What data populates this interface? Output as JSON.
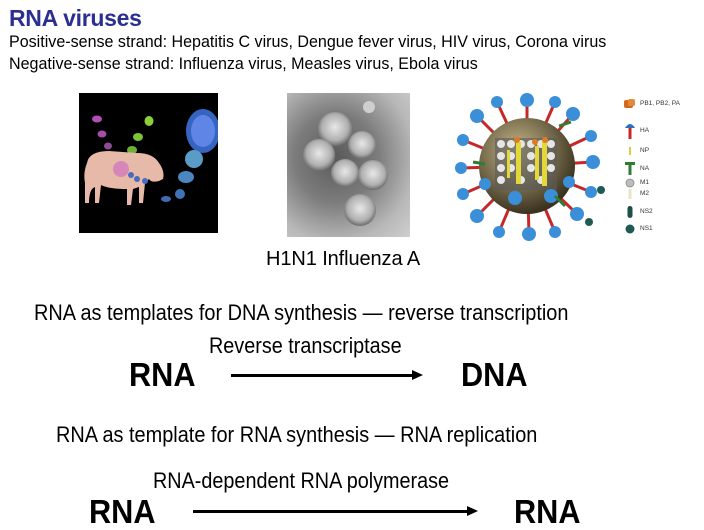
{
  "slide": {
    "title": "RNA viruses",
    "title_color": "#2b2f8f",
    "positive_sense_line": "Positive-sense strand: Hepatitis C virus, Dengue fever virus, HIV virus, Corona virus",
    "negative_sense_line": "Negative-sense strand: Influenza virus, Measles virus, Ebola virus"
  },
  "images": {
    "pig_illustration": "swine-influenza-illustration",
    "electron_micrograph": "h1n1-electron-micrograph",
    "virion_diagram": "influenza-virion-3d-diagram",
    "caption": "H1N1 Influenza A"
  },
  "legend": {
    "items": [
      {
        "label": "PB1, PB2, PA",
        "color": "#d2691e"
      },
      {
        "label": "HA",
        "color": "#2f6fbf"
      },
      {
        "label": "NP",
        "color": "#d8cf3a"
      },
      {
        "label": "NA",
        "color": "#2e7d32"
      },
      {
        "label": "M1",
        "color": "#bdbdbd"
      },
      {
        "label": "M2",
        "color": "#e8e4c8"
      },
      {
        "label": "NS2",
        "color": "#1f4f4a"
      },
      {
        "label": "NS1",
        "color": "#1f5a55"
      }
    ]
  },
  "reverse_transcription": {
    "heading": "RNA as templates for DNA synthesis — reverse transcription",
    "enzyme": "Reverse transcriptase",
    "from": "RNA",
    "to": "DNA"
  },
  "rna_replication": {
    "heading": "RNA as template for RNA synthesis — RNA replication",
    "enzyme": "RNA-dependent RNA polymerase",
    "from": "RNA",
    "to": "RNA"
  }
}
